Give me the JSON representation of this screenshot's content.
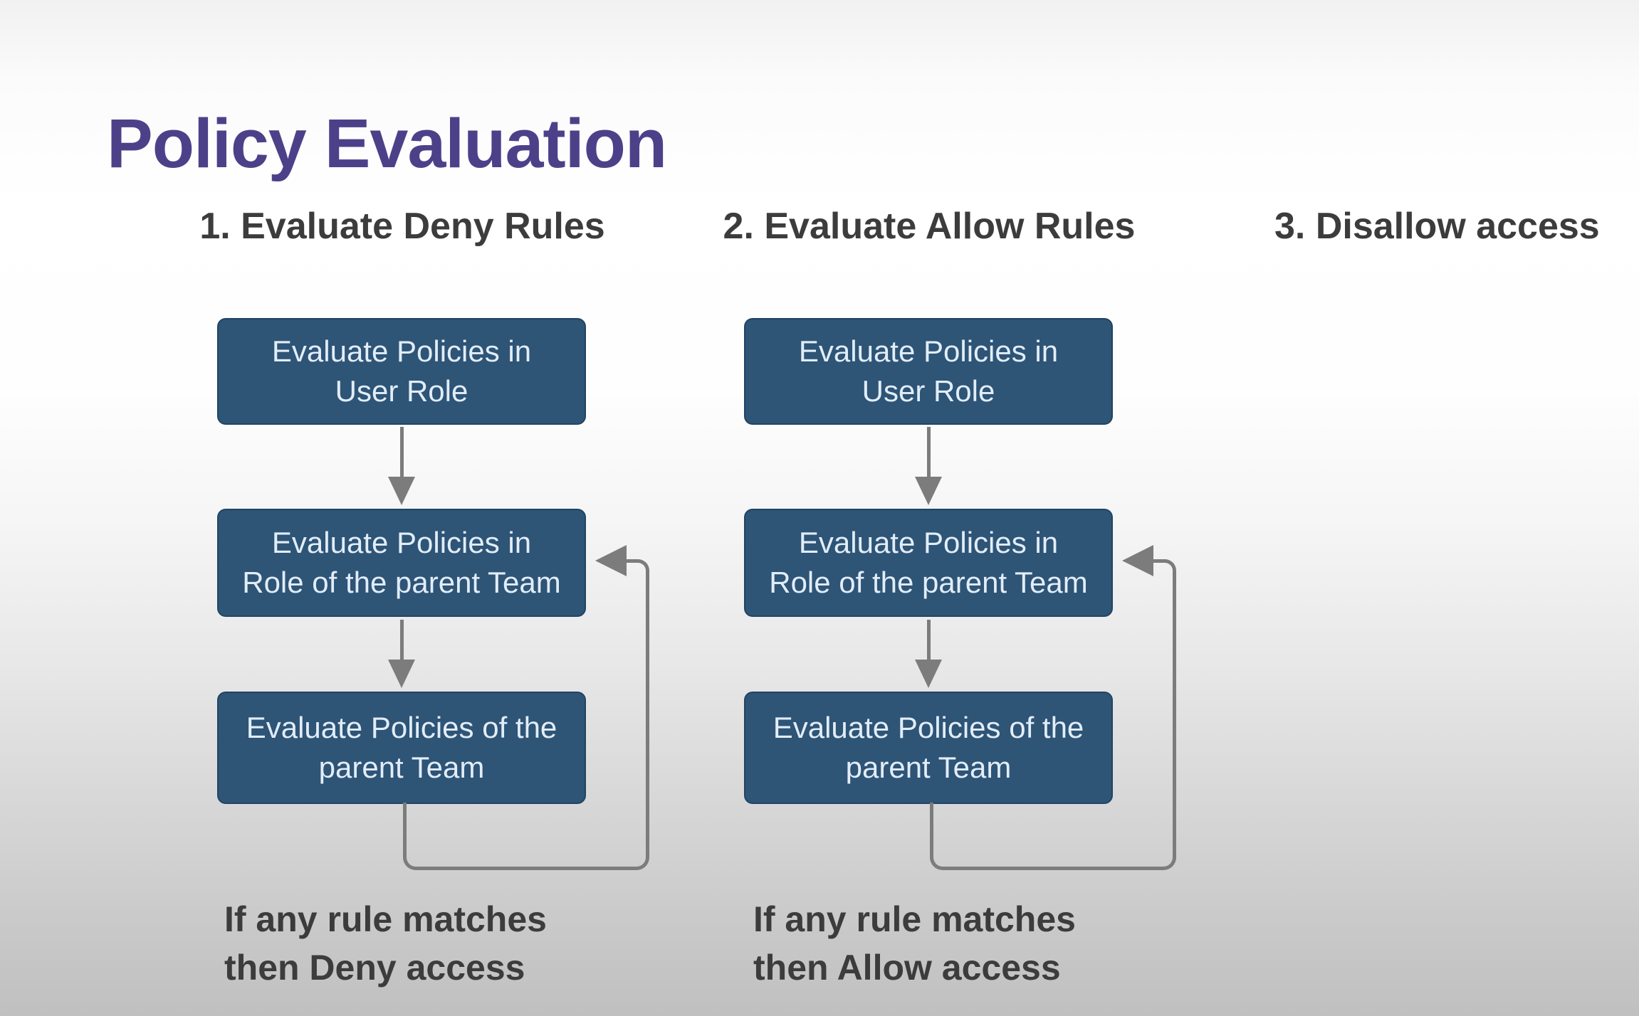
{
  "slide": {
    "title": "Policy Evaluation"
  },
  "columns": [
    {
      "header": "1. Evaluate Deny Rules",
      "boxes": [
        {
          "line1": "Evaluate Policies in",
          "line2": "User Role"
        },
        {
          "line1": "Evaluate Policies in",
          "line2": "Role of the parent Team"
        },
        {
          "line1": "Evaluate Policies of the",
          "line2": "parent Team"
        }
      ],
      "footer": {
        "line1": "If any rule matches",
        "line2": "then Deny access"
      }
    },
    {
      "header": "2. Evaluate Allow Rules",
      "boxes": [
        {
          "line1": "Evaluate Policies in",
          "line2": "User Role"
        },
        {
          "line1": "Evaluate Policies in",
          "line2": "Role of the parent Team"
        },
        {
          "line1": "Evaluate Policies of the",
          "line2": "parent Team"
        }
      ],
      "footer": {
        "line1": "If any rule matches",
        "line2": "then Allow access"
      }
    },
    {
      "header": "3. Disallow access"
    }
  ],
  "colors": {
    "title": "#4c4189",
    "heading_text": "#3c3c3c",
    "box_fill": "#2e5476",
    "box_text": "#e1edf8",
    "arrow": "#7c7c7c",
    "background_top": "#f1f1f2",
    "background_bottom": "#c0c0c1"
  }
}
